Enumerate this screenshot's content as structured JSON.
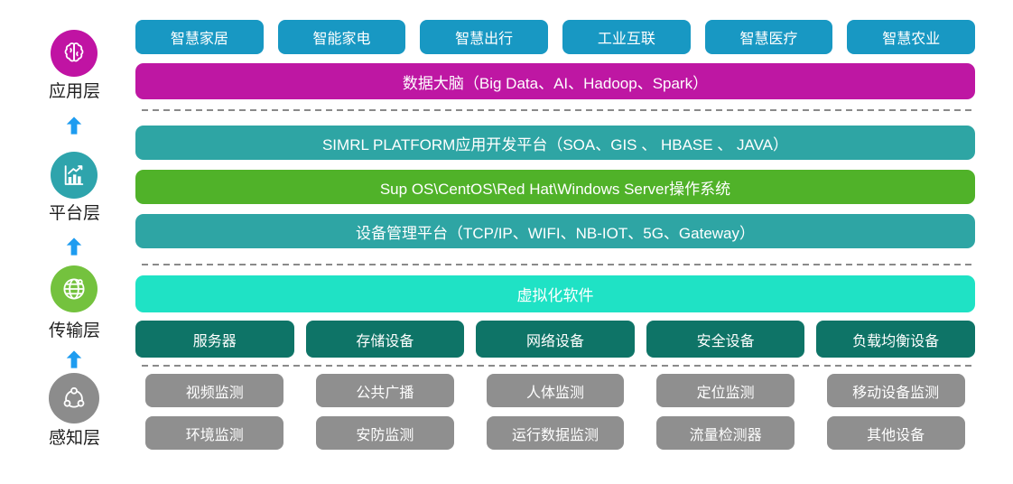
{
  "sidebar": {
    "layers": [
      {
        "label": "应用层",
        "icon": "brain-icon"
      },
      {
        "label": "平台层",
        "icon": "bar-chart-icon"
      },
      {
        "label": "传输层",
        "icon": "globe-icon"
      },
      {
        "label": "感知层",
        "icon": "network-nodes-icon"
      }
    ]
  },
  "rows": {
    "applications": [
      "智慧家居",
      "智能家电",
      "智慧出行",
      "工业互联",
      "智慧医疗",
      "智慧农业"
    ],
    "infrastructure": [
      "服务器",
      "存储设备",
      "网络设备",
      "安全设备",
      "负载均衡设备"
    ],
    "sensors_row1": [
      "视频监测",
      "公共广播",
      "人体监测",
      "定位监测",
      "移动设备监测"
    ],
    "sensors_row2": [
      "环境监测",
      "安防监测",
      "运行数据监测",
      "流量检测器",
      "其他设备"
    ]
  },
  "bars": {
    "data_brain": "数据大脑（Big Data、AI、Hadoop、Spark）",
    "app_platform": "SIMRL PLATFORM应用开发平台（SOA、GIS 、 HBASE 、 JAVA）",
    "os": "Sup OS\\CentOS\\Red Hat\\Windows Server操作系统",
    "device_mgmt": "设备管理平台（TCP/IP、WIFI、NB-IOT、5G、Gateway）",
    "virtualization": "虚拟化软件"
  },
  "colors": {
    "app_button": "#1898C3",
    "data_brain": "#BE17A3",
    "teal_bar": "#2EA5A4",
    "os_bar": "#50B229",
    "virtualization_bar": "#1FE2C5",
    "infra_button": "#0E7467",
    "sensor_button": "#8F8F8F",
    "arrow": "#1E9CF0",
    "layer_app": "#C013A3",
    "layer_platform": "#2EA4AC",
    "layer_transmission": "#74C23E",
    "layer_perception": "#8C8C8C"
  }
}
